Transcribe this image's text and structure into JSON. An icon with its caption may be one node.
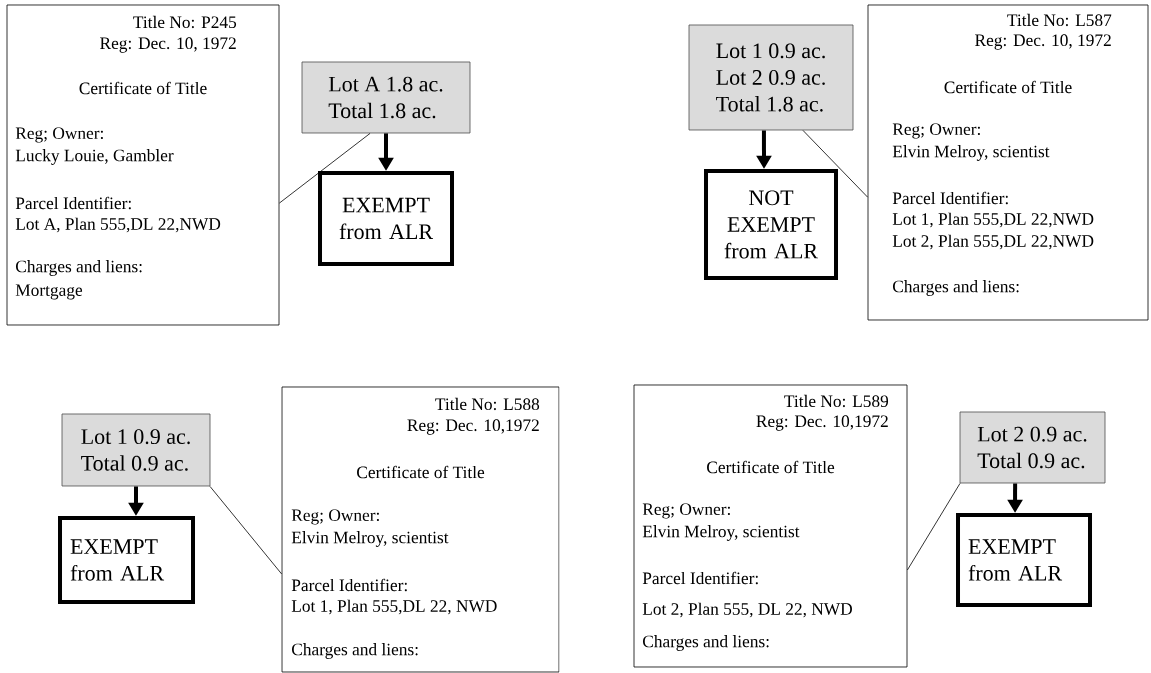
{
  "diagram": {
    "nodes": [
      {
        "text": [
          "Title No: P245",
          "Reg: Dec. 10, 1972",
          "Certificate of Title",
          "Reg; Owner:",
          "Lucky Louie, Gambler",
          "Parcel Identifier:",
          "Lot A, Plan 555,DL 22,NWD",
          "Charges and liens:",
          "Mortgage"
        ]
      },
      {
        "text": [
          "Lot A 1.8 ac.",
          "Total 1.8 ac."
        ]
      },
      {
        "text": [
          "EXEMPT from ALR"
        ]
      },
      {
        "text": [
          "Lot 1 0.9 ac.",
          "Lot 2 0.9 ac.",
          "Total 1.8 ac."
        ]
      },
      {
        "text": [
          "NOT EXEMPT from ALR"
        ]
      },
      {
        "text": [
          "Title No: L587",
          "Reg: Dec. 10, 1972",
          "Certificate of Title",
          "Reg; Owner:",
          "Elvin Melroy, scientist",
          "Parcel Identifier:",
          "Lot 1, Plan 555,DL 22,NWD",
          "Lot 2, Plan 555,DL 22,NWD",
          "Charges and liens:"
        ]
      },
      {
        "text": [
          "Lot 1 0.9 ac.",
          "Total 0.9 ac."
        ]
      },
      {
        "text": [
          "EXEMPT from ALR"
        ]
      },
      {
        "text": [
          "Title No: L588",
          "Reg: Dec. 10,1972",
          "Certificate of Title",
          "Reg; Owner:",
          "Elvin Melroy, scientist",
          "Parcel Identifier:",
          "Lot 1, Plan 555,DL 22, NWD",
          "Charges and liens:"
        ]
      },
      {
        "text": [
          "Title No: L589",
          "Reg: Dec. 10,1972",
          "Certificate of Title",
          "Reg; Owner:",
          "Elvin Melroy, scientist",
          "Parcel Identifier:",
          "Lot 2, Plan 555, DL 22, NWD",
          "Charges and liens:"
        ]
      },
      {
        "text": [
          "Lot 2 0.9 ac.",
          "Total 0.9 ac."
        ]
      },
      {
        "text": [
          "EXEMPT from ALR"
        ]
      }
    ],
    "edges": [
      {
        "from": 1,
        "to": 2,
        "arrow": "to",
        "style": "thick"
      },
      {
        "from": 1,
        "to": 0,
        "arrow": "none"
      },
      {
        "from": 3,
        "to": 4,
        "arrow": "to",
        "style": "thick"
      },
      {
        "from": 3,
        "to": 5,
        "arrow": "none"
      },
      {
        "from": 6,
        "to": 7,
        "arrow": "to",
        "style": "thick"
      },
      {
        "from": 6,
        "to": 8,
        "arrow": "none"
      },
      {
        "from": 10,
        "to": 11,
        "arrow": "to",
        "style": "thick"
      },
      {
        "from": 10,
        "to": 9,
        "arrow": "none"
      }
    ]
  }
}
